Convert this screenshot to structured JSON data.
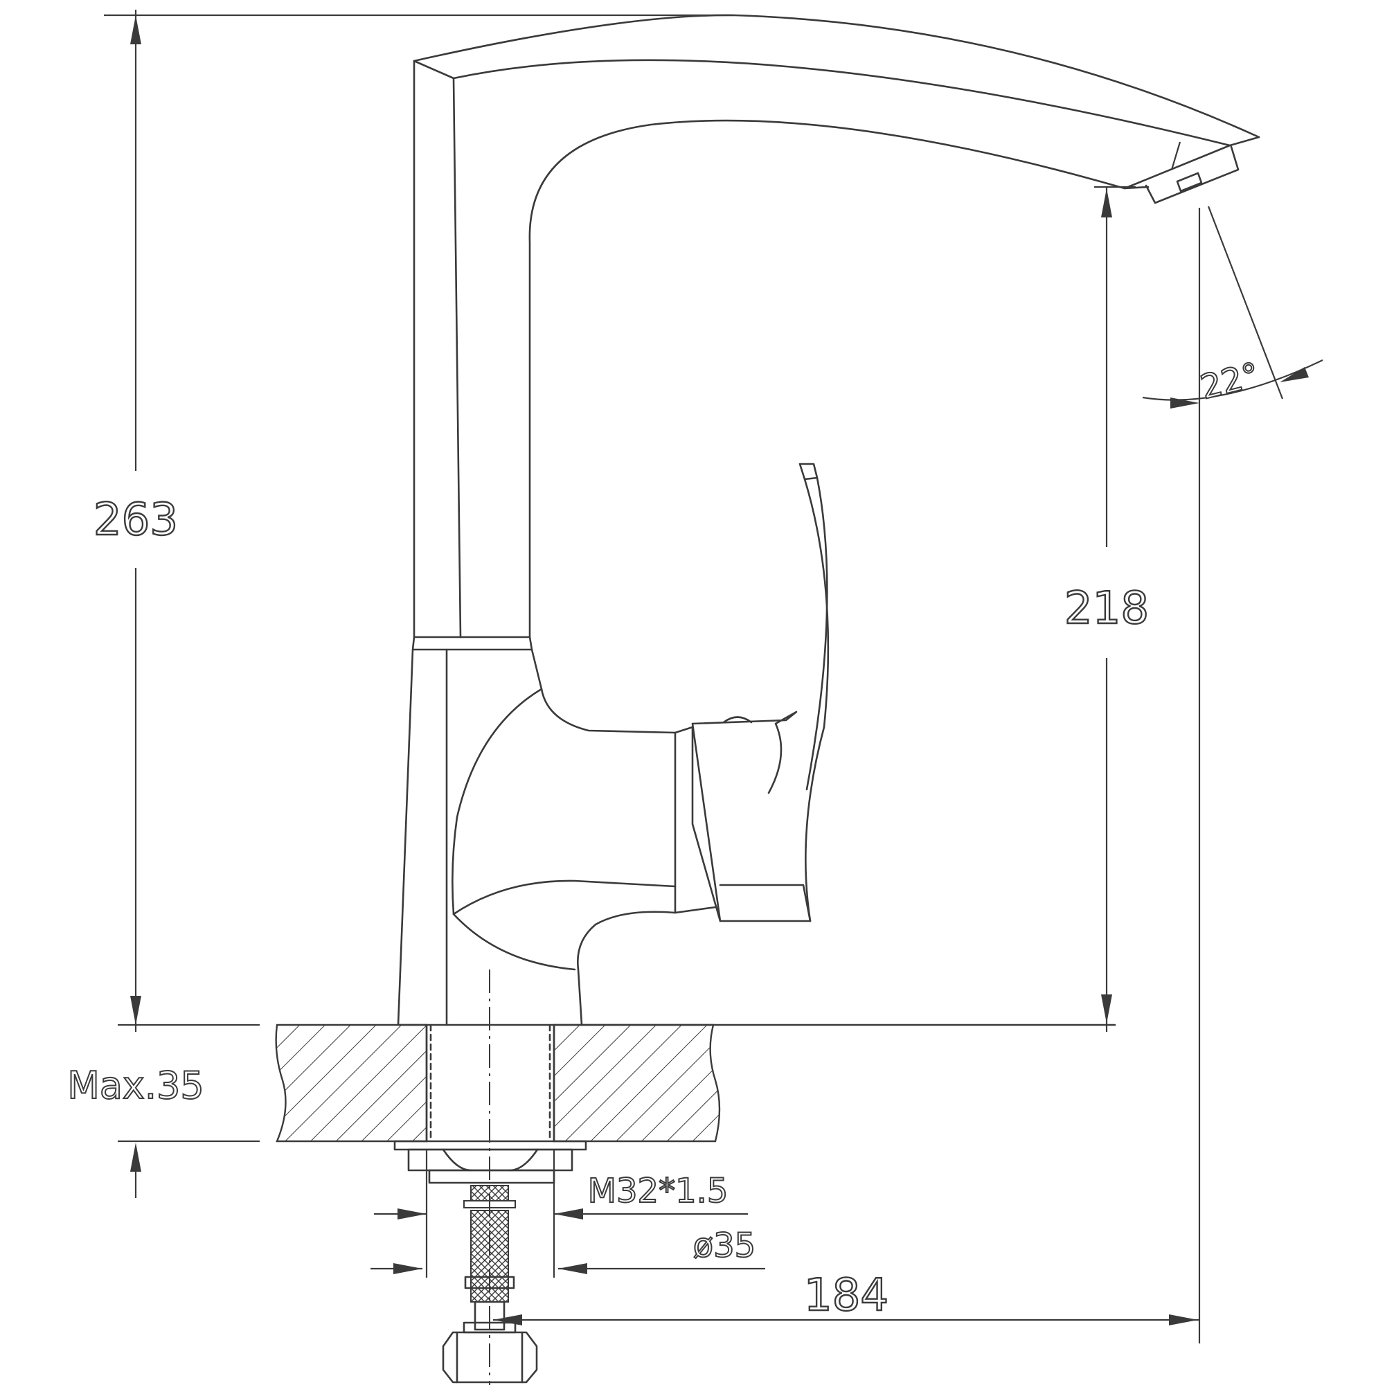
{
  "dimensions": {
    "overall_height": "263",
    "spout_height": "218",
    "max_thickness": "Max.35",
    "spout_reach": "184",
    "thread": "M32*1.5",
    "hole_diameter": "ø35",
    "spout_angle": "22°"
  }
}
